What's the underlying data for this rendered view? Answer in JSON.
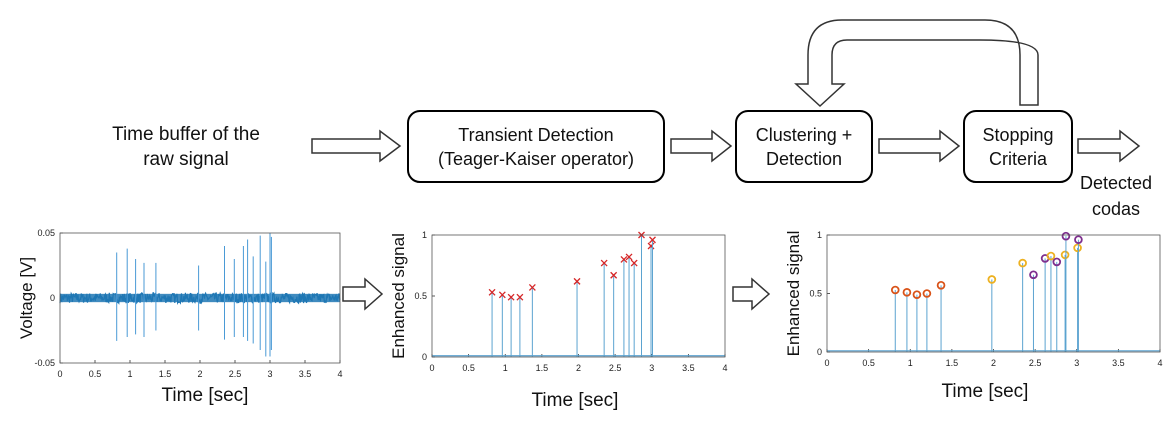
{
  "flow": {
    "input_label_line1": "Time buffer of the",
    "input_label_line2": "raw signal",
    "transient_line1": "Transient Detection",
    "transient_line2": "(Teager-Kaiser operator)",
    "clustering_line1": "Clustering +",
    "clustering_line2": "Detection",
    "stopping_line1": "Stopping",
    "stopping_line2": "Criteria",
    "output_line1": "Detected",
    "output_line2": "codas"
  },
  "chart_data": [
    {
      "type": "line",
      "ylabel": "Voltage [V]",
      "xlabel": "Time [sec]",
      "xlim": [
        0,
        4
      ],
      "ylim": [
        -0.05,
        0.05
      ],
      "xticks": [
        "0",
        "0.5",
        "1",
        "1.5",
        "2",
        "2.5",
        "3",
        "3.5",
        "4"
      ],
      "yticks": [
        "0.05",
        "0",
        "-0.05"
      ],
      "color": "#1f77b4",
      "noise_amplitude": 0.004,
      "spikes": [
        {
          "x": 0.81,
          "top": 0.035,
          "bottom": -0.033
        },
        {
          "x": 0.96,
          "top": 0.038,
          "bottom": -0.03
        },
        {
          "x": 1.08,
          "top": 0.03,
          "bottom": -0.028
        },
        {
          "x": 1.2,
          "top": 0.027,
          "bottom": -0.03
        },
        {
          "x": 1.37,
          "top": 0.027,
          "bottom": -0.025
        },
        {
          "x": 1.98,
          "top": 0.025,
          "bottom": -0.025
        },
        {
          "x": 2.35,
          "top": 0.04,
          "bottom": -0.032
        },
        {
          "x": 2.49,
          "top": 0.03,
          "bottom": -0.03
        },
        {
          "x": 2.62,
          "top": 0.04,
          "bottom": -0.03
        },
        {
          "x": 2.68,
          "top": 0.045,
          "bottom": -0.033
        },
        {
          "x": 2.76,
          "top": 0.032,
          "bottom": -0.035
        },
        {
          "x": 2.86,
          "top": 0.048,
          "bottom": -0.04
        },
        {
          "x": 2.94,
          "top": 0.028,
          "bottom": -0.045
        },
        {
          "x": 3.0,
          "top": 0.05,
          "bottom": -0.045
        },
        {
          "x": 3.02,
          "top": 0.047,
          "bottom": -0.04
        }
      ]
    },
    {
      "type": "scatter",
      "ylabel": "Enhanced signal",
      "xlabel": "Time [sec]",
      "xlim": [
        0,
        4
      ],
      "ylim": [
        0,
        1
      ],
      "xticks": [
        "0",
        "0.5",
        "1",
        "1.5",
        "2",
        "2.5",
        "3",
        "3.5",
        "4"
      ],
      "yticks": [
        "1",
        "0.5",
        "0"
      ],
      "marker": "x",
      "marker_color": "#d62728",
      "stem_color": "#5ba3d0",
      "points": [
        {
          "x": 0.82,
          "y": 0.53
        },
        {
          "x": 0.96,
          "y": 0.51
        },
        {
          "x": 1.08,
          "y": 0.49
        },
        {
          "x": 1.2,
          "y": 0.49
        },
        {
          "x": 1.37,
          "y": 0.57
        },
        {
          "x": 1.98,
          "y": 0.62
        },
        {
          "x": 2.35,
          "y": 0.77
        },
        {
          "x": 2.48,
          "y": 0.67
        },
        {
          "x": 2.62,
          "y": 0.8
        },
        {
          "x": 2.69,
          "y": 0.82
        },
        {
          "x": 2.76,
          "y": 0.77
        },
        {
          "x": 2.86,
          "y": 1.0
        },
        {
          "x": 2.99,
          "y": 0.91
        },
        {
          "x": 3.01,
          "y": 0.96
        }
      ]
    },
    {
      "type": "scatter",
      "ylabel": "Enhanced signal",
      "xlabel": "Time [sec]",
      "xlim": [
        0,
        4
      ],
      "ylim": [
        0,
        1
      ],
      "xticks": [
        "0",
        "0.5",
        "1",
        "1.5",
        "2",
        "2.5",
        "3",
        "3.5",
        "4"
      ],
      "yticks": [
        "1",
        "0.5",
        "0"
      ],
      "marker": "o",
      "stem_color": "#5ba3d0",
      "points": [
        {
          "x": 0.82,
          "y": 0.53,
          "color": "#d95319"
        },
        {
          "x": 0.96,
          "y": 0.51,
          "color": "#d95319"
        },
        {
          "x": 1.08,
          "y": 0.49,
          "color": "#d95319"
        },
        {
          "x": 1.2,
          "y": 0.5,
          "color": "#d95319"
        },
        {
          "x": 1.37,
          "y": 0.57,
          "color": "#d95319"
        },
        {
          "x": 1.98,
          "y": 0.62,
          "color": "#edb120"
        },
        {
          "x": 2.35,
          "y": 0.76,
          "color": "#edb120"
        },
        {
          "x": 2.48,
          "y": 0.66,
          "color": "#7e2f8e"
        },
        {
          "x": 2.62,
          "y": 0.8,
          "color": "#7e2f8e"
        },
        {
          "x": 2.69,
          "y": 0.82,
          "color": "#edb120"
        },
        {
          "x": 2.76,
          "y": 0.77,
          "color": "#7e2f8e"
        },
        {
          "x": 2.86,
          "y": 0.83,
          "color": "#edb120"
        },
        {
          "x": 2.87,
          "y": 0.99,
          "color": "#7e2f8e"
        },
        {
          "x": 3.01,
          "y": 0.89,
          "color": "#edb120"
        },
        {
          "x": 3.02,
          "y": 0.96,
          "color": "#7e2f8e"
        }
      ]
    }
  ]
}
